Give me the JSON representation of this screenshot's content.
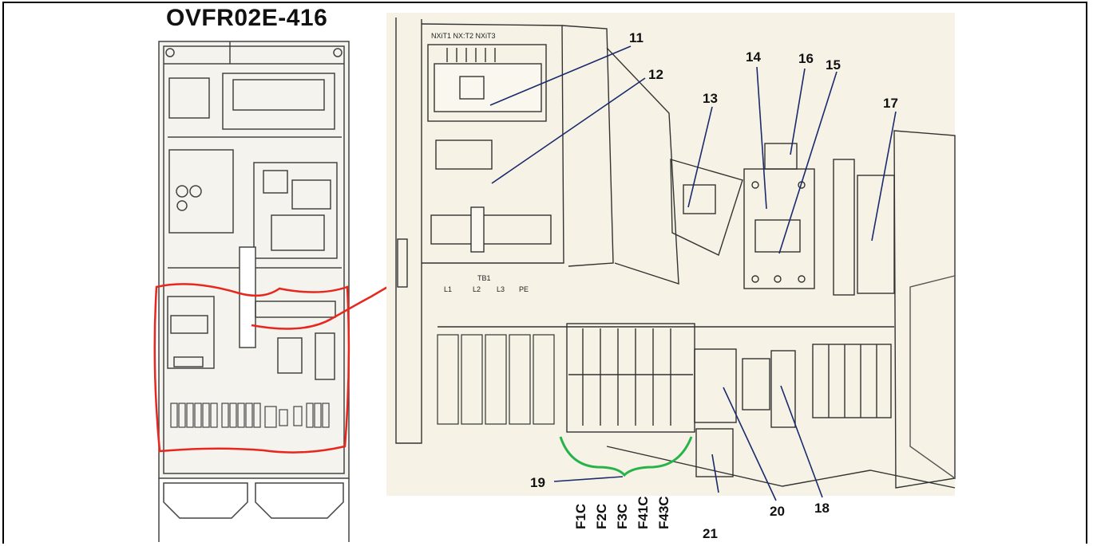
{
  "title": "OVFR02E-416",
  "colors": {
    "highlight_red": "#e8261e",
    "bracket_green": "#27b34a",
    "detail_bg": "#f6f3e6",
    "line": "#1a2a6c"
  },
  "panel_labels": {
    "transformer_terminals": "NXiT1 NX:T2 NXiT3",
    "terminal_block": "TB1",
    "l1": "L1",
    "l2": "L2",
    "l3": "L3",
    "pe": "PE"
  },
  "callouts": [
    {
      "id": "11",
      "text": "11"
    },
    {
      "id": "12",
      "text": "12"
    },
    {
      "id": "13",
      "text": "13"
    },
    {
      "id": "14",
      "text": "14"
    },
    {
      "id": "15",
      "text": "15"
    },
    {
      "id": "16",
      "text": "16"
    },
    {
      "id": "17",
      "text": "17"
    },
    {
      "id": "18",
      "text": "18"
    },
    {
      "id": "19",
      "text": "19"
    },
    {
      "id": "20",
      "text": "20"
    },
    {
      "id": "21",
      "text": "21"
    }
  ],
  "fuses": [
    "F1C",
    "F2C",
    "F3C",
    "F41C",
    "F43C"
  ]
}
